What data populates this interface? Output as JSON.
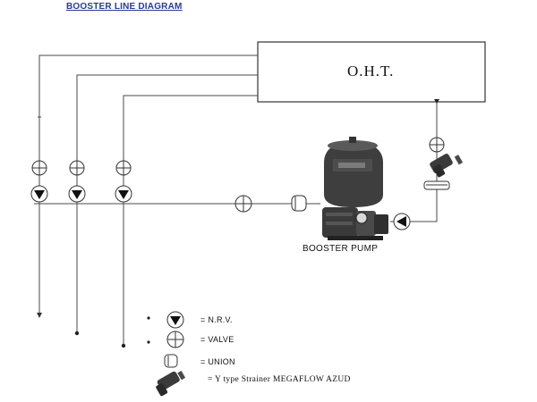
{
  "title": "BOOSTER LINE DIAGRAM",
  "tank_label": "O.H.T.",
  "pump_label": "BOOSTER PUMP",
  "legend": {
    "nrv": "= N.R.V.",
    "valve": "= VALVE",
    "union": "= UNION",
    "strainer": "= Y type Strainer MEGAFLOW AZUD"
  },
  "colors": {
    "line": "#4a4a4a",
    "title": "#2a3a9a",
    "pump_body": "#3a3a3a"
  }
}
